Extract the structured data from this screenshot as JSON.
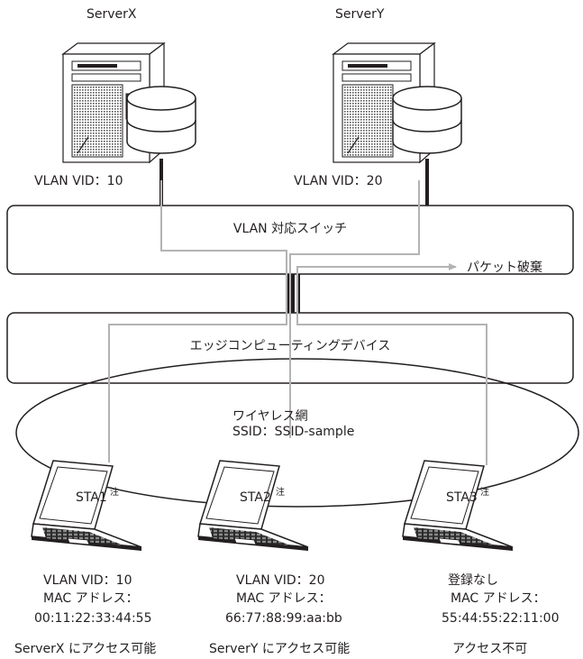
{
  "servers": {
    "x": {
      "name": "ServerX",
      "vlan": "VLAN VID：10"
    },
    "y": {
      "name": "ServerY",
      "vlan": "VLAN VID：20"
    }
  },
  "switch": {
    "label": "VLAN 対応スイッチ"
  },
  "discard": {
    "label": "パケット破棄"
  },
  "edge": {
    "label": "エッジコンピューティングデバイス"
  },
  "wireless": {
    "name": "ワイヤレス網",
    "ssid": "SSID：SSID-sample"
  },
  "stations": {
    "sta1": {
      "name": "STA1",
      "note": "注",
      "line1": "VLAN VID：10",
      "line2": "MAC アドレス：",
      "mac": "00:11:22:33:44:55",
      "access": "ServerX にアクセス可能"
    },
    "sta2": {
      "name": "STA2",
      "note": "注",
      "line1": "VLAN VID：20",
      "line2": "MAC アドレス：",
      "mac": "66:77:88:99:aa:bb",
      "access": "ServerY にアクセス可能"
    },
    "sta3": {
      "name": "STA3",
      "note": "注",
      "line1": "登録なし",
      "line2": "MAC アドレス：",
      "mac": "55:44:55:22:11:00",
      "access": "アクセス不可"
    }
  },
  "colors": {
    "line": "#231f20",
    "path": "#b3b3b3",
    "tower_face": "#ffffff"
  }
}
